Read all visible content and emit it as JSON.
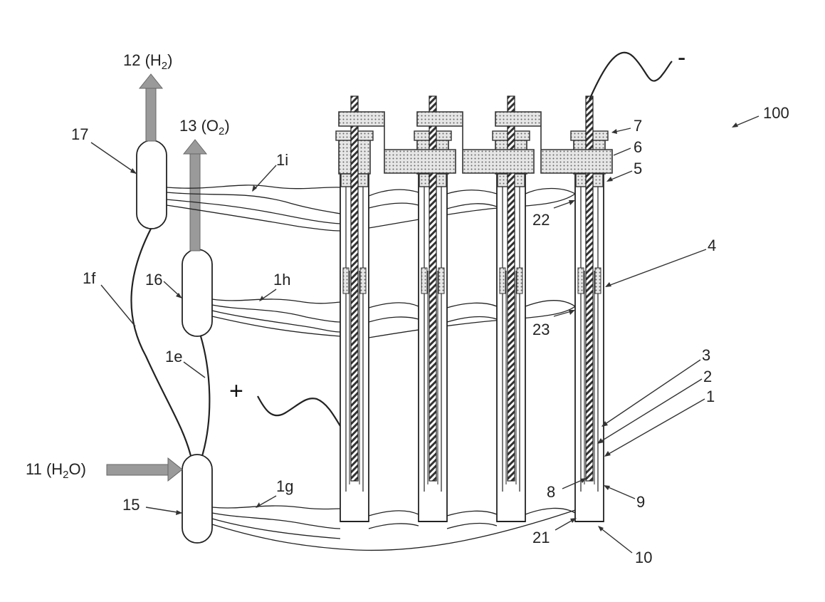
{
  "labels": {
    "system": "100",
    "h2_out": "12 (H",
    "h2_sub": "2",
    "o2_out": "13 (O",
    "o2_sub": "2",
    "water_in": "11 (H",
    "water_sub": "2",
    "water_tail": "O)",
    "close": ")",
    "neg": "-",
    "pos": "+",
    "n17": "17",
    "n16": "16",
    "n15": "15",
    "n1f": "1f",
    "n1e": "1e",
    "n1g": "1g",
    "n1h": "1h",
    "n1i": "1i",
    "n7": "7",
    "n6": "6",
    "n5": "5",
    "n4": "4",
    "n3": "3",
    "n2": "2",
    "n1": "1",
    "n22": "22",
    "n23": "23",
    "n21": "21",
    "n8": "8",
    "n9": "9",
    "n10": "10"
  }
}
